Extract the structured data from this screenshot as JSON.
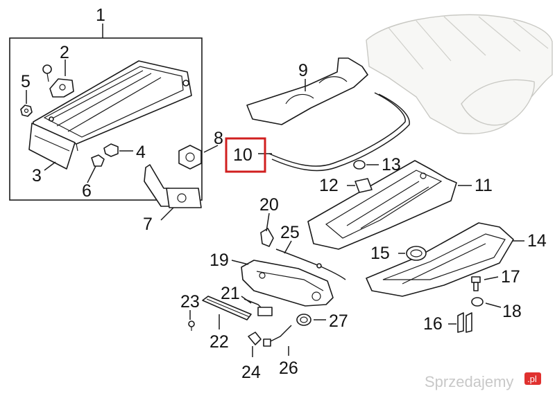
{
  "diagram": {
    "labels": {
      "p1": "1",
      "p2": "2",
      "p3": "3",
      "p4": "4",
      "p5": "5",
      "p6": "6",
      "p7": "7",
      "p8": "8",
      "p9": "9",
      "p10": "10",
      "p11": "11",
      "p12": "12",
      "p13": "13",
      "p14": "14",
      "p15": "15",
      "p16": "16",
      "p17": "17",
      "p18": "18",
      "p19": "19",
      "p20": "20",
      "p21": "21",
      "p22": "22",
      "p23": "23",
      "p24": "24",
      "p25": "25",
      "p26": "26",
      "p27": "27"
    },
    "highlighted_part": "10",
    "highlight_color": "#d01f1f"
  },
  "watermark": {
    "text": "Sprzedajemy",
    "badge": ".pl",
    "badge_color": "#e0312f"
  }
}
